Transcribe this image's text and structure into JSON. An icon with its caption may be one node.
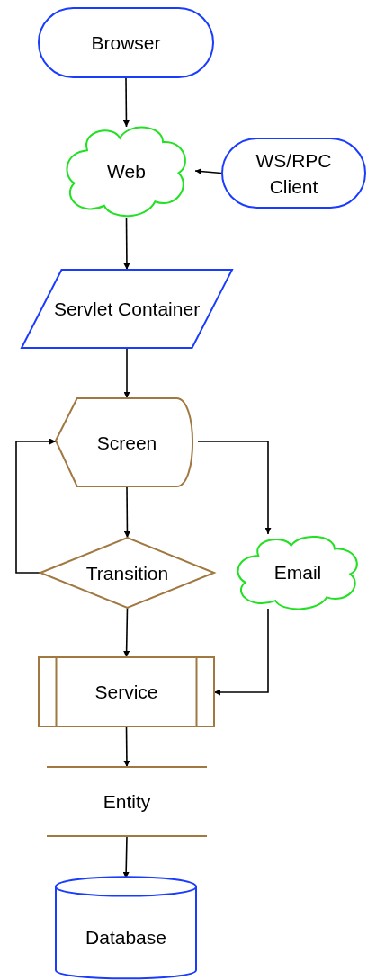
{
  "diagram": {
    "nodes": [
      {
        "text": [
          "Browser"
        ]
      },
      {
        "text": [
          "Web"
        ]
      },
      {
        "text": [
          "WS/RPC Client"
        ]
      },
      {
        "text": [
          "Servlet Container"
        ]
      },
      {
        "text": [
          "Screen"
        ]
      },
      {
        "text": [
          "Transition"
        ]
      },
      {
        "text": [
          "Email"
        ]
      },
      {
        "text": [
          "Service"
        ]
      },
      {
        "text": [
          "Entity"
        ]
      },
      {
        "text": [
          "Database"
        ]
      }
    ],
    "edges": [
      {
        "from": 0,
        "to": 1,
        "arrow": "to"
      },
      {
        "from": 2,
        "to": 1,
        "arrow": "to"
      },
      {
        "from": 1,
        "to": 3,
        "arrow": "to"
      },
      {
        "from": 3,
        "to": 4,
        "arrow": "to"
      },
      {
        "from": 4,
        "to": 5,
        "arrow": "to"
      },
      {
        "from": 5,
        "to": 4,
        "arrow": "to"
      },
      {
        "from": 4,
        "to": 6,
        "arrow": "to"
      },
      {
        "from": 5,
        "to": 7,
        "arrow": "to"
      },
      {
        "from": 6,
        "to": 7,
        "arrow": "to"
      },
      {
        "from": 7,
        "to": 8,
        "arrow": "to"
      },
      {
        "from": 8,
        "to": 9,
        "arrow": "to"
      }
    ]
  }
}
